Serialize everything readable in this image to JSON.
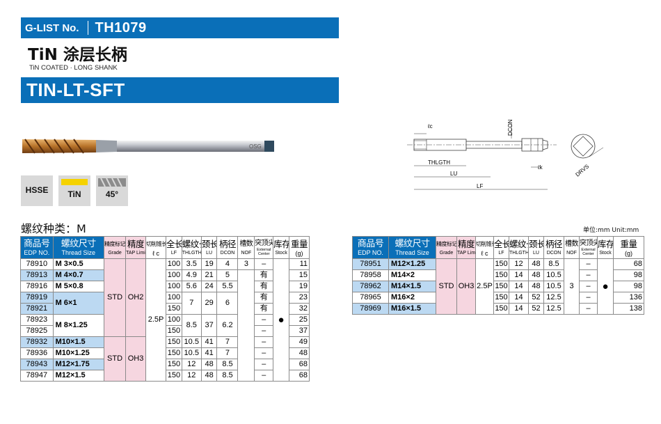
{
  "header": {
    "glist_label": "G-LIST No.",
    "list_no": "TH1079",
    "title_cn": "TiN 涂层长柄",
    "title_en": "TiN COATED · LONG SHANK",
    "product_code": "TIN-LT-SFT"
  },
  "badges": [
    {
      "label": "HSSE"
    },
    {
      "label": "TiN",
      "color": "#f5d200"
    },
    {
      "label": "45°"
    }
  ],
  "colors": {
    "brand_blue": "#0a6fb8",
    "highlight_blue": "#bcd9f2",
    "highlight_pink": "#f6d6e0",
    "tool_gold": "#b8732a"
  },
  "drawing_labels": {
    "lc": "ℓc",
    "dcon": "DCON",
    "thlgth": "THLGTH",
    "lk": "ℓk",
    "lu": "LU",
    "lf": "LF",
    "drvs": "DRVS",
    "logo": "OSG"
  },
  "section_title": "螺纹种类：M",
  "unit_note": "单位:mm   Unit:mm",
  "columns": {
    "edp": {
      "cn": "商品号",
      "en": "EDP NO."
    },
    "thread": {
      "cn": "螺纹尺寸",
      "en": "Thread Size"
    },
    "grade": {
      "cn": "精度标记",
      "en": "Grade"
    },
    "tap_limit": {
      "cn": "精度",
      "en": "TAP Limit"
    },
    "lc": {
      "cn": "切削锥长",
      "en": "ℓ c"
    },
    "lf": {
      "cn": "全长",
      "en": "LF"
    },
    "thlgth": {
      "cn": "螺纹长",
      "en": "THLGTH"
    },
    "lu": {
      "cn": "颈长",
      "en": "LU"
    },
    "dcon": {
      "cn": "柄径",
      "en": "DCON"
    },
    "nof": {
      "cn": "槽数",
      "en": "NOF"
    },
    "center": {
      "cn": "突顶尖",
      "en1": "External",
      "en2": "Center"
    },
    "stock": {
      "cn": "库存",
      "en": "Stock"
    },
    "weight": {
      "cn": "重量",
      "en": "(g)"
    }
  },
  "left_table": {
    "rows": [
      {
        "edp": "78910",
        "thread": "M  3×0.5",
        "lf": "100",
        "thlgth": "3.5",
        "lu": "19",
        "dcon": "4",
        "nof": "3",
        "center": "–",
        "weight": "11"
      },
      {
        "edp": "78913",
        "thread": "M  4×0.7",
        "lf": "100",
        "thlgth": "4.9",
        "lu": "21",
        "dcon": "5",
        "nof": "",
        "center": "有",
        "weight": "15"
      },
      {
        "edp": "78916",
        "thread": "M  5×0.8",
        "lf": "100",
        "thlgth": "5.6",
        "lu": "24",
        "dcon": "5.5",
        "nof": "",
        "center": "有",
        "weight": "19"
      },
      {
        "edp": "78919",
        "thread": "M  6×1",
        "lf": "100",
        "thlgth": "7",
        "lu": "29",
        "dcon": "6",
        "nof": "",
        "center": "有",
        "weight": "23"
      },
      {
        "edp": "78921",
        "thread": "",
        "lf": "150",
        "thlgth": "",
        "lu": "",
        "dcon": "",
        "nof": "",
        "center": "有",
        "weight": "32"
      },
      {
        "edp": "78923",
        "thread": "M  8×1.25",
        "lf": "100",
        "thlgth": "8.5",
        "lu": "37",
        "dcon": "6.2",
        "nof": "",
        "center": "–",
        "weight": "25"
      },
      {
        "edp": "78925",
        "thread": "",
        "lf": "150",
        "thlgth": "",
        "lu": "",
        "dcon": "",
        "nof": "",
        "center": "–",
        "weight": "37"
      },
      {
        "edp": "78932",
        "thread": "M10×1.5",
        "lf": "150",
        "thlgth": "10.5",
        "lu": "41",
        "dcon": "7",
        "nof": "",
        "center": "–",
        "weight": "49"
      },
      {
        "edp": "78936",
        "thread": "M10×1.25",
        "lf": "150",
        "thlgth": "10.5",
        "lu": "41",
        "dcon": "7",
        "nof": "",
        "center": "–",
        "weight": "48"
      },
      {
        "edp": "78943",
        "thread": "M12×1.75",
        "lf": "150",
        "thlgth": "12",
        "lu": "48",
        "dcon": "8.5",
        "nof": "",
        "center": "–",
        "weight": "68"
      },
      {
        "edp": "78947",
        "thread": "M12×1.5",
        "lf": "150",
        "thlgth": "12",
        "lu": "48",
        "dcon": "8.5",
        "nof": "",
        "center": "–",
        "weight": "68"
      }
    ],
    "grade_std_1": "STD",
    "tap_oh2": "OH2",
    "grade_std_2": "STD",
    "tap_oh3": "OH3",
    "lc": "2.5P",
    "stock": "●"
  },
  "right_table": {
    "rows": [
      {
        "edp": "78951",
        "thread": "M12×1.25",
        "lf": "150",
        "thlgth": "12",
        "lu": "48",
        "dcon": "8.5",
        "center": "–",
        "weight": "68"
      },
      {
        "edp": "78958",
        "thread": "M14×2",
        "lf": "150",
        "thlgth": "14",
        "lu": "48",
        "dcon": "10.5",
        "center": "–",
        "weight": "98"
      },
      {
        "edp": "78962",
        "thread": "M14×1.5",
        "lf": "150",
        "thlgth": "14",
        "lu": "48",
        "dcon": "10.5",
        "center": "–",
        "weight": "98"
      },
      {
        "edp": "78965",
        "thread": "M16×2",
        "lf": "150",
        "thlgth": "14",
        "lu": "52",
        "dcon": "12.5",
        "center": "–",
        "weight": "136"
      },
      {
        "edp": "78969",
        "thread": "M16×1.5",
        "lf": "150",
        "thlgth": "14",
        "lu": "52",
        "dcon": "12.5",
        "center": "–",
        "weight": "138"
      }
    ],
    "grade": "STD",
    "tap": "OH3",
    "lc": "2.5P",
    "nof": "3",
    "stock": "●"
  }
}
